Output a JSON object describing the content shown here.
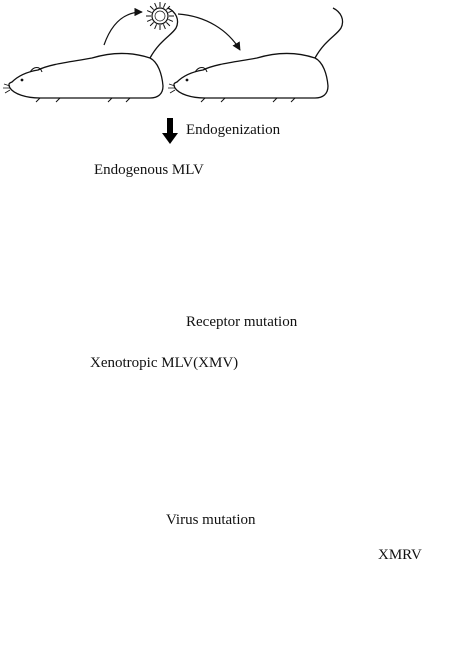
{
  "labels": {
    "step1": "Endogenization",
    "section2": "Endogenous MLV",
    "step2": "Receptor mutation",
    "section3": "Xenotropic MLV(XMV)",
    "step3": "Virus mutation",
    "xmrv": "XMRV"
  },
  "colors": {
    "ink": "#111111",
    "arrow": "#000000",
    "background": "#ffffff"
  }
}
